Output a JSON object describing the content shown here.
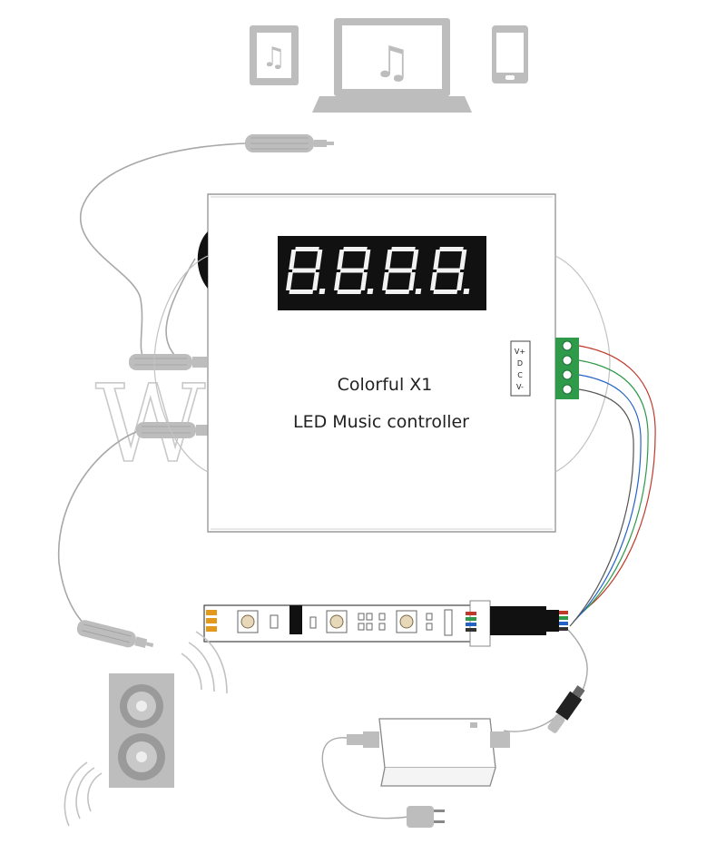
{
  "controller": {
    "line1": "Colorful  X1",
    "line2": "LED  Music  controller",
    "terminal_pins": [
      "V+",
      "D",
      "C",
      "V-"
    ]
  },
  "watermark": "WESIRI",
  "colors": {
    "device_gray": "#bdbdbd",
    "cable_gray": "#a8a8a8",
    "display_bg": "#111111",
    "terminal_green": "#2e9a4a"
  }
}
